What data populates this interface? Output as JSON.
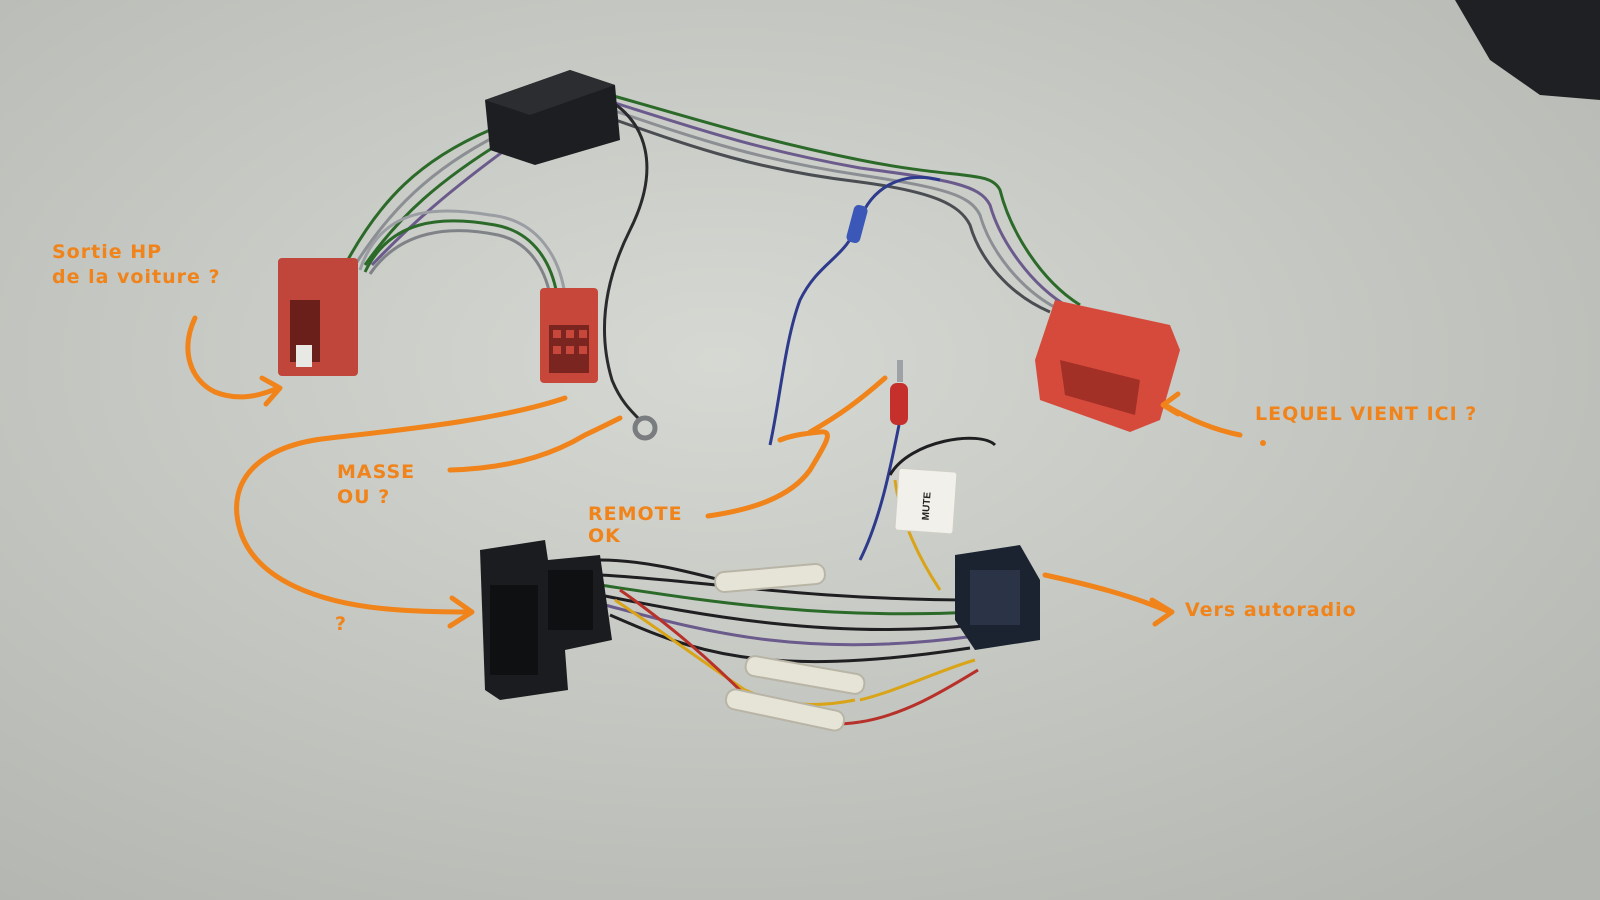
{
  "annotations": {
    "sortie_hp": [
      "Sortie HP",
      "de la voiture ?"
    ],
    "lequel": "LEQUEL VIENT ICI ?",
    "masse": [
      "MASSE",
      "OU ?"
    ],
    "remote": [
      "REMOTE",
      "OK"
    ],
    "question": "?",
    "vers": "Vers autoradio"
  },
  "labels": {
    "mute_tag": "MUTE"
  },
  "colors": {
    "annotation": "#f0831a",
    "background": "#c9cbc6",
    "red_connector": "#c9473a",
    "black_connector": "#1c1c1e"
  }
}
